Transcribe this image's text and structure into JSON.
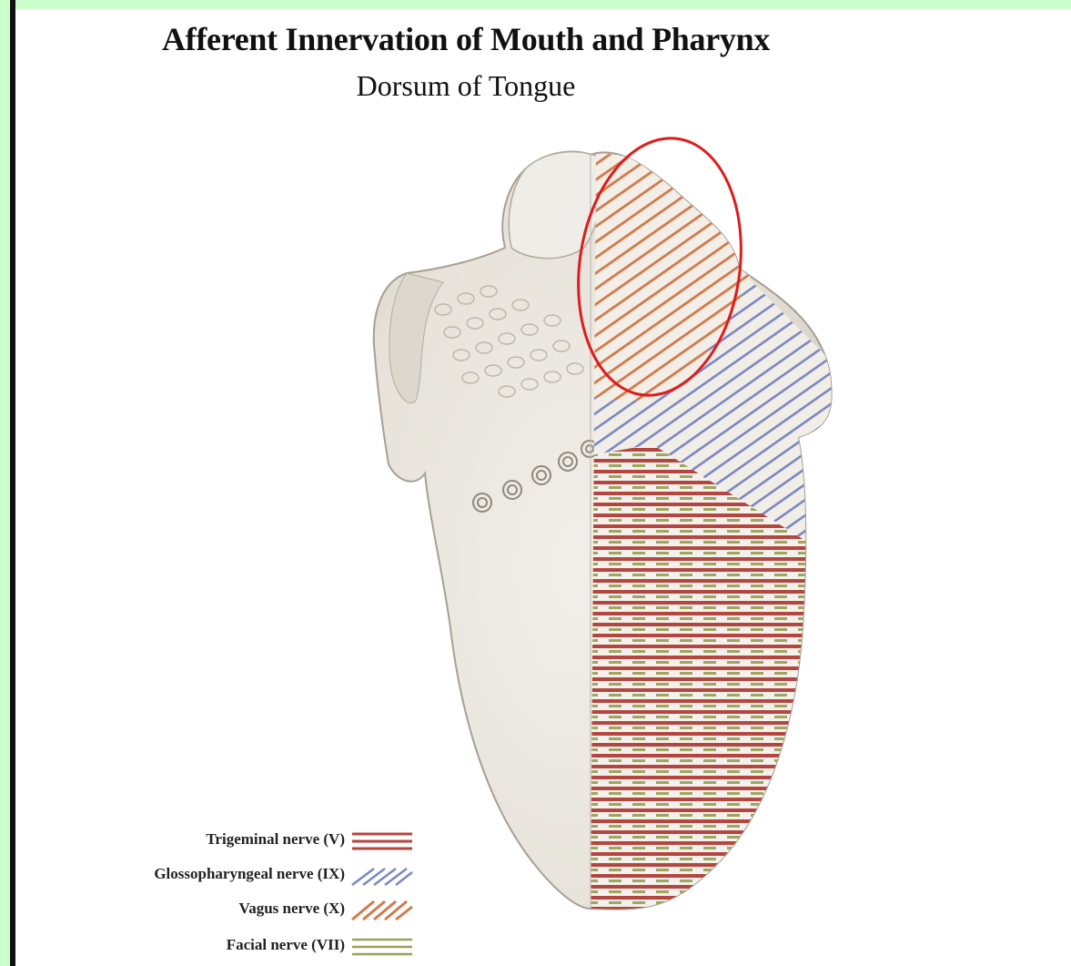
{
  "title": "Afferent Innervation of Mouth and Pharynx",
  "subtitle": "Dorsum of Tongue",
  "colors": {
    "page_background": "#ccffcc",
    "trigeminal": "#b5463f",
    "glossopharyngeal": "#7b86c2",
    "vagus": "#d07a4a",
    "facial": "#9aa25a",
    "highlight_ellipse": "#e01b1b",
    "tongue_surface": "#ece9e2"
  },
  "legend": [
    {
      "label": "Trigeminal nerve (V)",
      "pattern": "horizontal-lines",
      "color": "#b5463f"
    },
    {
      "label": "Glossopharyngeal nerve (IX)",
      "pattern": "diagonal-lines",
      "color": "#7b86c2"
    },
    {
      "label": "Vagus nerve (X)",
      "pattern": "diagonal-lines",
      "color": "#d07a4a"
    },
    {
      "label": "Facial nerve (VII)",
      "pattern": "horizontal-lines",
      "color": "#9aa25a"
    }
  ]
}
